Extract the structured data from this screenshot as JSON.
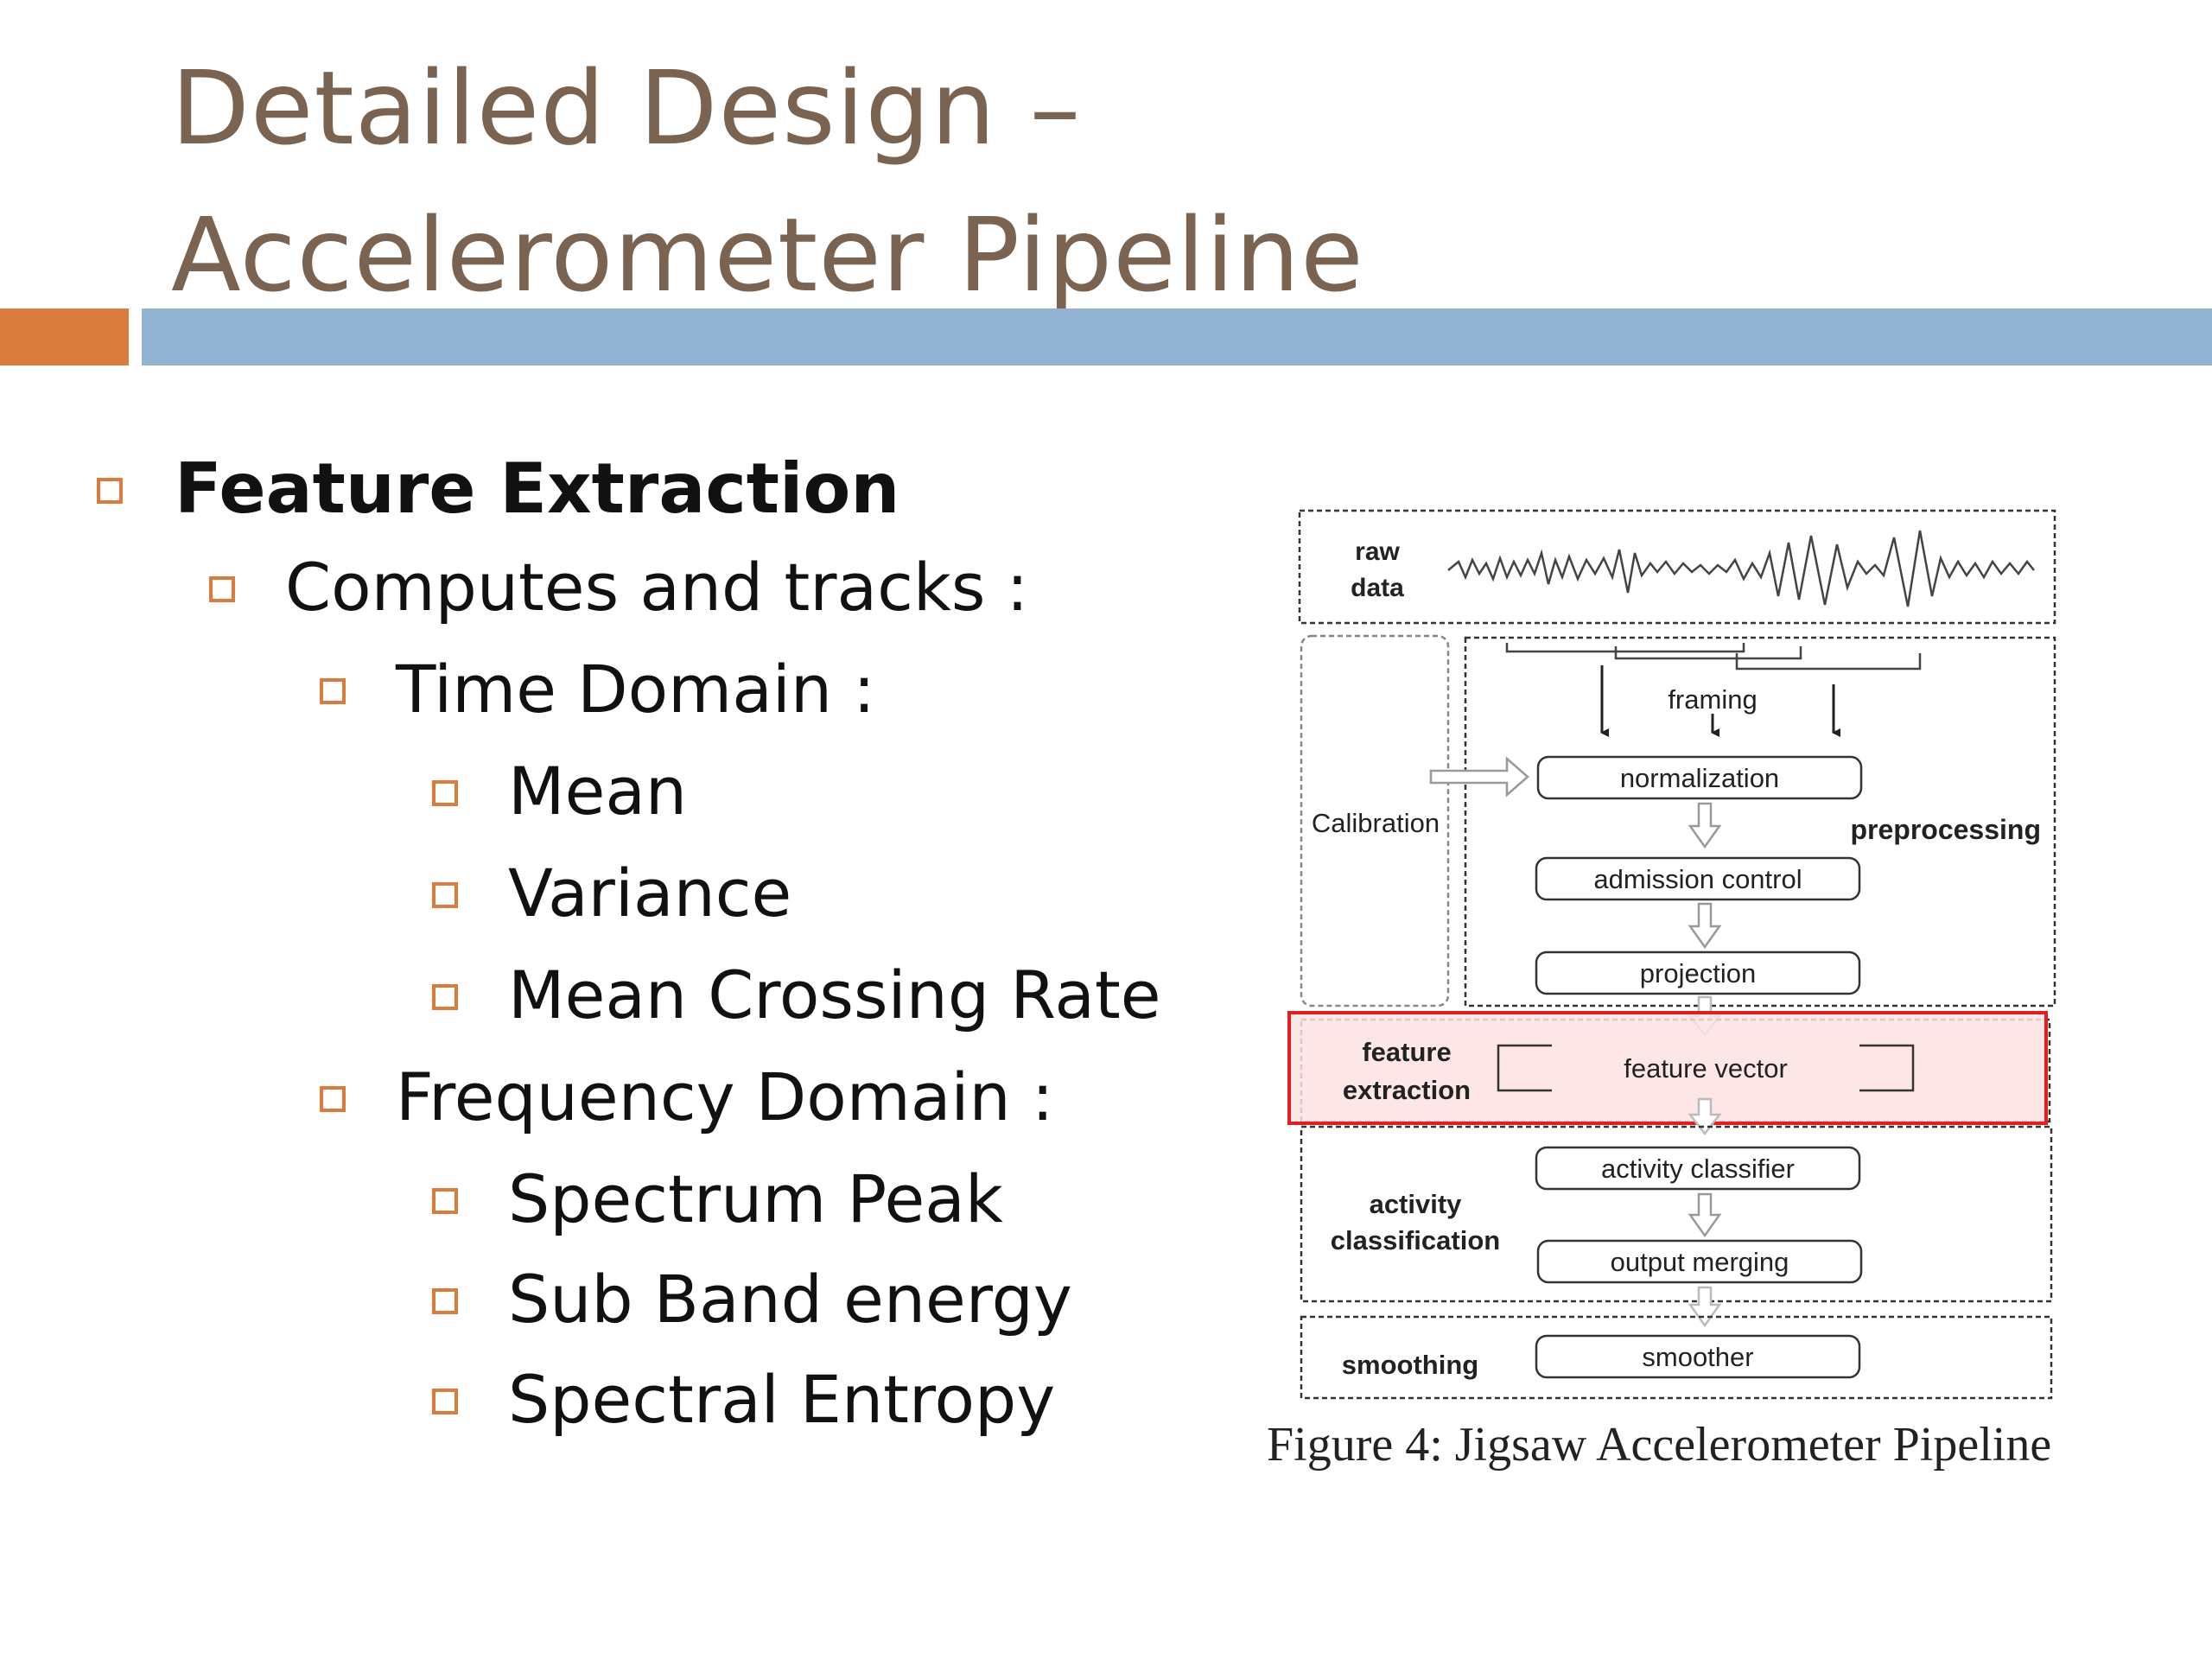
{
  "slide": {
    "title_line1": "Detailed Design –",
    "title_line2": "Accelerometer Pipeline"
  },
  "bullets": {
    "feature_extraction": "Feature Extraction",
    "computes_tracks": "Computes and tracks :",
    "time_domain": "Time Domain :",
    "mean": "Mean",
    "variance": "Variance",
    "mean_crossing_rate": "Mean Crossing Rate",
    "frequency_domain": "Frequency Domain :",
    "spectrum_peak": "Spectrum Peak",
    "sub_band_energy": "Sub Band energy",
    "spectral_entropy": "Spectral Entropy"
  },
  "figure": {
    "caption": "Figure 4: Jigsaw Accelerometer Pipeline",
    "raw_line1": "raw",
    "raw_line2": "data",
    "framing": "framing",
    "calibration": "Calibration",
    "normalization": "normalization",
    "preprocessing": "preprocessing",
    "admission_control": "admission control",
    "projection": "projection",
    "feature_line1": "feature",
    "feature_line2": "extraction",
    "feature_vector": "feature vector",
    "activity_classifier": "activity classifier",
    "activity_line1": "activity",
    "activity_line2": "classification",
    "output_merging": "output merging",
    "smoothing": "smoothing",
    "smoother": "smoother",
    "highlight_color": "#e02020",
    "highlight_fill": "#fde2e2"
  }
}
